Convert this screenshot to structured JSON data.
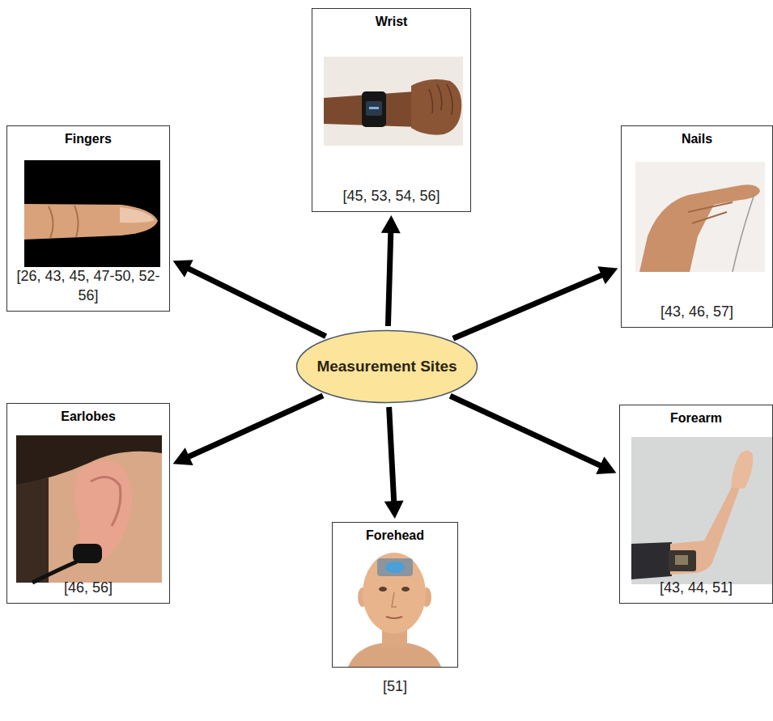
{
  "diagram": {
    "nodes": [
      {
        "text": [
          "Wrist",
          "[45, 53, 54, 56]"
        ]
      },
      {
        "text": [
          "Fingers",
          "[26, 43, 45, 47-50, 52-56]"
        ]
      },
      {
        "text": [
          "Nails",
          "[43, 46, 57]"
        ]
      },
      {
        "text": [
          "Measurement Sites"
        ]
      },
      {
        "text": [
          "Earlobes",
          "[46, 56]"
        ]
      },
      {
        "text": [
          "Forearm",
          "[43, 44, 51]"
        ]
      },
      {
        "text": [
          "Forehead",
          "[51]"
        ]
      }
    ],
    "edges": [
      {
        "from": 3,
        "to": 0,
        "arrow": "to"
      },
      {
        "from": 3,
        "to": 1,
        "arrow": "to"
      },
      {
        "from": 3,
        "to": 2,
        "arrow": "to"
      },
      {
        "from": 3,
        "to": 4,
        "arrow": "to"
      },
      {
        "from": 3,
        "to": 5,
        "arrow": "to"
      },
      {
        "from": 3,
        "to": 6,
        "arrow": "to"
      }
    ]
  }
}
